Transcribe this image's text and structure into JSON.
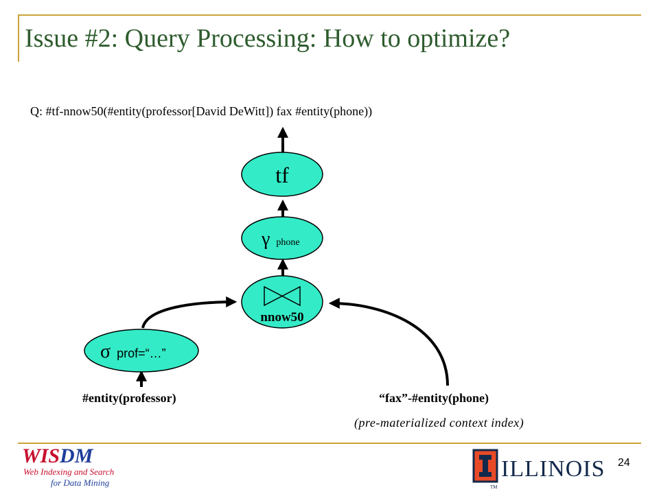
{
  "slide": {
    "title": "Issue #2: Query Processing: How to optimize?",
    "query": "Q: #tf-nnow50(#entity(professor[David  DeWitt]) fax #entity(phone))",
    "page_number": "24"
  },
  "diagram": {
    "nodes": {
      "tf": "tf",
      "gamma_symbol": "γ",
      "gamma_sub": "phone",
      "join_label": "nnow50",
      "sigma_symbol": "σ",
      "sigma_sub": "prof=“…”"
    },
    "inputs": {
      "left": "#entity(professor)",
      "right": "“fax”-#entity(phone)",
      "right_note": "(pre-materialized context index)"
    }
  },
  "logos": {
    "wisdm": {
      "name_part1": "WIS",
      "name_part2": "DM",
      "line1": "Web Indexing and Search",
      "line2": "for Data Mining"
    },
    "illinois": {
      "wordmark": "ILLINOIS",
      "tm": "TM"
    }
  },
  "colors": {
    "title": "#2E5C2E",
    "rule": "#C9A23A",
    "node_fill": "#33EBC7",
    "wisdm_red": "#C8102E",
    "wisdm_blue": "#1F3E9A",
    "illinois_blue": "#13294B",
    "illinois_orange": "#E84A27"
  }
}
